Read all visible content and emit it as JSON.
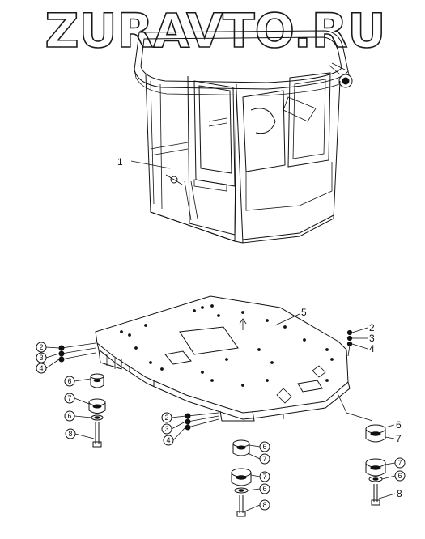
{
  "watermark": "ZURAVTO.RU",
  "callouts": {
    "cab": "1",
    "floor": "5",
    "p2": "2",
    "p3": "3",
    "p4": "4",
    "p6": "6",
    "p7": "7",
    "p8": "8"
  }
}
